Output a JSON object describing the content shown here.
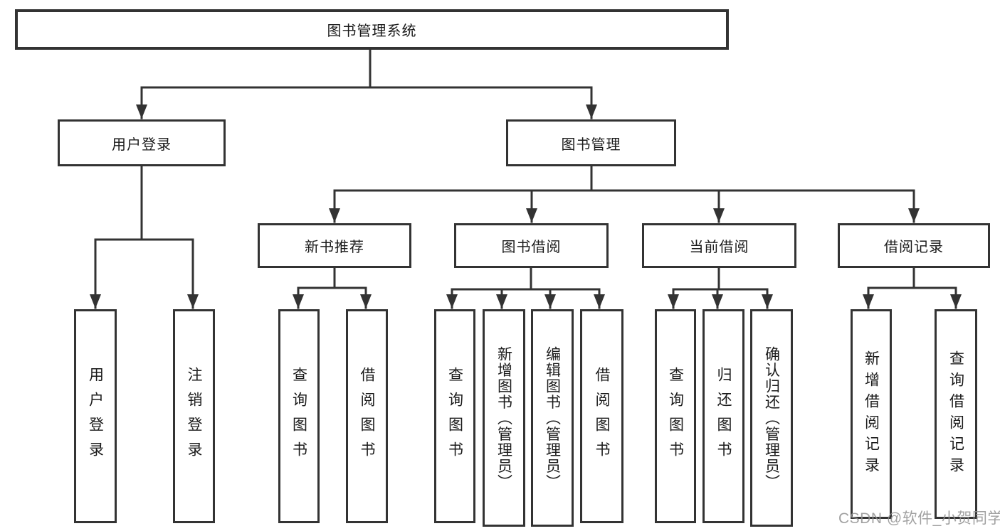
{
  "diagram": {
    "tree": {
      "label": "图书管理系统",
      "children": [
        {
          "label": "用户登录",
          "children": [
            {
              "label": "用户登录"
            },
            {
              "label": "注销登录"
            }
          ]
        },
        {
          "label": "图书管理",
          "children": [
            {
              "label": "新书推荐",
              "children": [
                {
                  "label": "查询图书"
                },
                {
                  "label": "借阅图书"
                }
              ]
            },
            {
              "label": "图书借阅",
              "children": [
                {
                  "label": "查询图书"
                },
                {
                  "label": "新增图书（管理员）"
                },
                {
                  "label": "编辑图书（管理员）"
                },
                {
                  "label": "借阅图书"
                }
              ]
            },
            {
              "label": "当前借阅",
              "children": [
                {
                  "label": "查询图书"
                },
                {
                  "label": "归还图书"
                },
                {
                  "label": "确认归还（管理员）"
                }
              ]
            },
            {
              "label": "借阅记录",
              "children": [
                {
                  "label": "新增借阅记录"
                },
                {
                  "label": "查询借阅记录"
                }
              ]
            }
          ]
        }
      ]
    },
    "line_color": "#333333",
    "text_color": "#1a1a1a"
  },
  "watermark": {
    "text": "CSDN @软件_小贺同学"
  }
}
